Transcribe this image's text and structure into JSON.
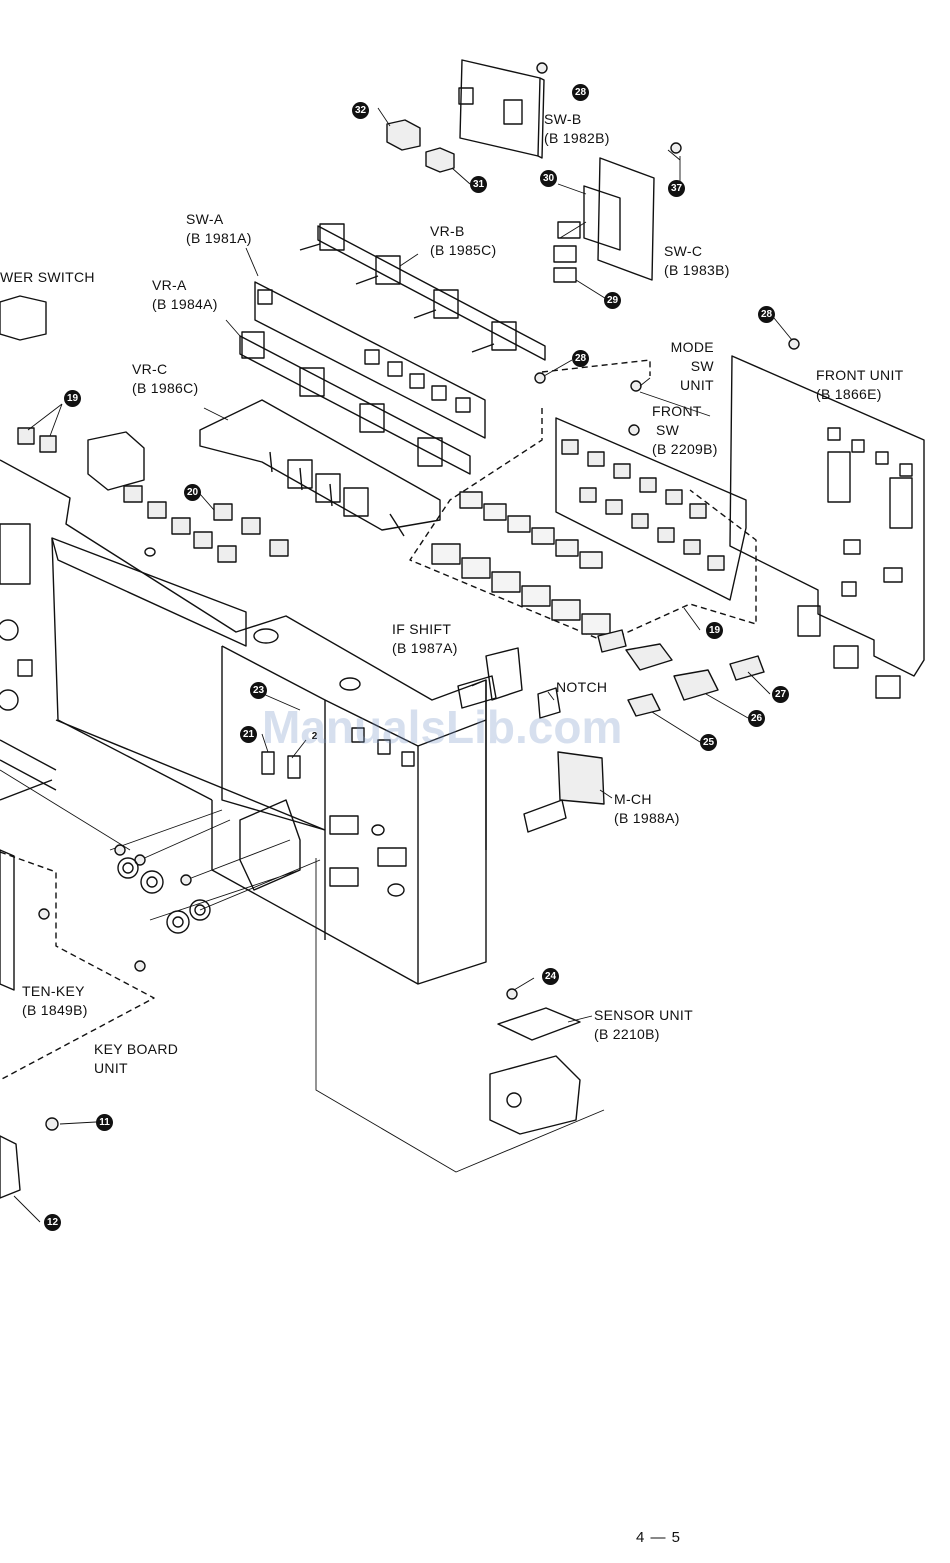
{
  "colors": {
    "ink": "#111111",
    "paper": "#ffffff",
    "watermark": "#7896c8"
  },
  "labels": {
    "power_switch": "WER SWITCH",
    "sw_a": {
      "name": "SW-A",
      "code": "(B 1981A)"
    },
    "vr_b": {
      "name": "VR-B",
      "code": "(B 1985C)"
    },
    "vr_a": {
      "name": "VR-A",
      "code": "(B 1984A)"
    },
    "vr_c": {
      "name": "VR-C",
      "code": "(B 1986C)"
    },
    "sw_b": {
      "name": "SW-B",
      "code": "(B 1982B)"
    },
    "sw_c": {
      "name": "SW-C",
      "code": "(B 1983B)"
    },
    "mode_sw_unit": {
      "line1": "MODE",
      "line2": "SW",
      "line3": "UNIT"
    },
    "front_sw": {
      "line1": "FRONT",
      "line2": "SW",
      "code": "(B 2209B)"
    },
    "front_unit": {
      "name": "FRONT UNIT",
      "code": "(B 1866E)"
    },
    "if_shift": {
      "name": "IF SHIFT",
      "code": "(B 1987A)"
    },
    "notch": "NOTCH",
    "m_ch": {
      "name": "M-CH",
      "code": "(B 1988A)"
    },
    "ten_key": {
      "name": "TEN-KEY",
      "code": "(B 1849B)"
    },
    "key_board_unit": {
      "line1": "KEY BOARD",
      "line2": "UNIT"
    },
    "sensor_unit": {
      "name": "SENSOR UNIT",
      "code": "(B 2210B)"
    }
  },
  "callouts": {
    "n32": "32",
    "n28a": "28",
    "n31": "31",
    "n30": "30",
    "n37": "37",
    "n29": "29",
    "n28b": "28",
    "n28c": "28",
    "n19a": "19",
    "n20": "20",
    "n19b": "19",
    "n27": "27",
    "n26": "26",
    "n25": "25",
    "n23": "23",
    "n21": "21",
    "n22": "2",
    "n24": "24",
    "n11": "11",
    "n12": "12"
  },
  "watermark": "ManualsLib.com",
  "page_number": "4 — 5"
}
